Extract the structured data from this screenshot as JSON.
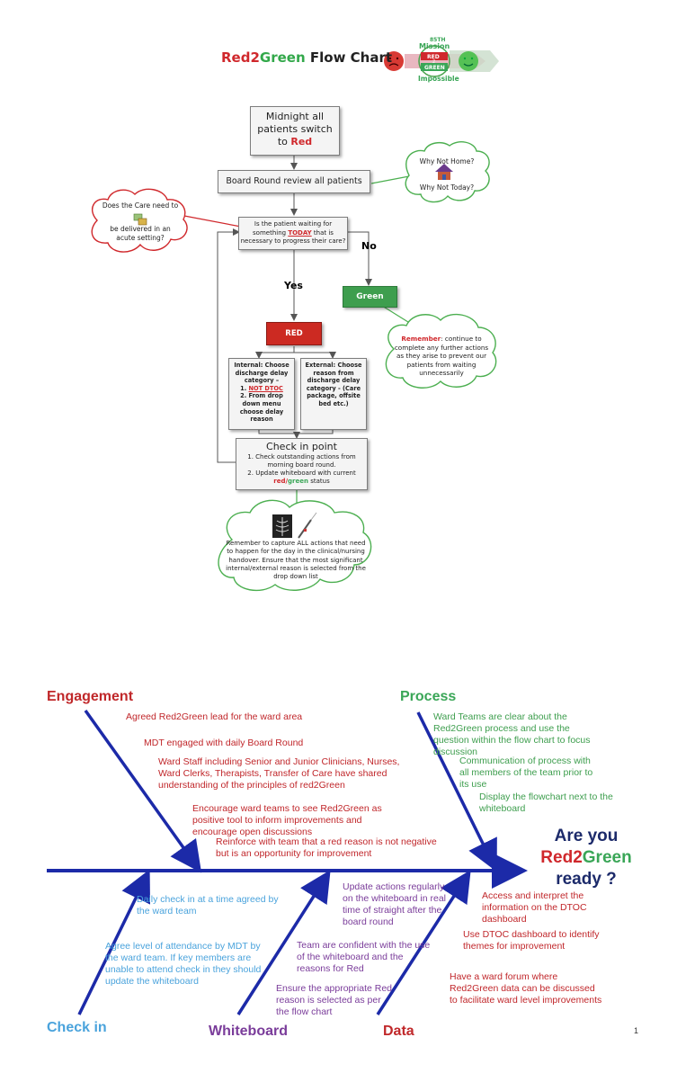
{
  "flowchart": {
    "title_red": "Red",
    "title_num": "2",
    "title_green": "Green",
    "title_rest": " Flow Chart",
    "logo": {
      "top": "85TH",
      "mission": "Mission",
      "red": "RED",
      "two": "2",
      "green": "GREEN",
      "impossible": "Impossible"
    },
    "midnight": "Midnight all patients switch to",
    "midnight_red": "Red",
    "board_round": "Board Round review all patients",
    "question_pre": "Is the patient waiting for something ",
    "question_today": "TODAY",
    "question_post": " that is necessary to progress their care?",
    "no_label": "No",
    "yes_label": "Yes",
    "green_box": "Green",
    "red_box": "RED",
    "internal_1": "Internal: Choose discharge delay category –",
    "internal_2a": "1. ",
    "internal_2b": "NOT DTOC",
    "internal_3": "2. From drop down menu choose delay reason",
    "external": "External: Choose reason from discharge delay category - (Care package, offsite bed etc.)",
    "checkin_title": "Check in point",
    "checkin_1": "1. Check outstanding actions from morning board round.",
    "checkin_2a": "2. Update whiteboard with current ",
    "checkin_2red": "red/",
    "checkin_2green": "green",
    "checkin_2b": " status",
    "cloud_home_1": "Why Not Home?",
    "cloud_home_2": "Why Not Today?",
    "cloud_care_1": "Does the Care need to",
    "cloud_care_2": "be delivered in an acute setting?",
    "cloud_remember_label": "Remember",
    "cloud_remember_text": ": continue to complete any further actions as they arise to prevent our patients from waiting unnecessarily",
    "cloud_bottom": "Remember to capture ALL actions that need to happen for the day in the clinical/nursing handover.  Ensure that the most significant internal/external reason is selected from the drop down list"
  },
  "fishbone": {
    "engagement": "Engagement",
    "process": "Process",
    "checkin": "Check in",
    "whiteboard": "Whiteboard",
    "data": "Data",
    "head_1": "Are you",
    "head_2a": "Red",
    "head_2b": "2",
    "head_2c": "Green",
    "head_3": "ready ?",
    "engagement_items": [
      "Agreed Red2Green lead for the ward area",
      "MDT engaged with daily Board Round",
      "Ward Staff including Senior and Junior Clinicians, Nurses, Ward Clerks, Therapists, Transfer of Care have shared understanding of the principles of red2Green",
      "Encourage ward teams to see Red2Green as positive tool to inform improvements and encourage open discussions",
      "Reinforce with team that a red reason is not negative but is an opportunity for improvement"
    ],
    "process_items": [
      "Ward Teams are clear about the Red2Green process and use the question within the flow chart to focus discussion",
      "Communication of process with all members of the team prior to its use",
      "Display the flowchart next to the whiteboard"
    ],
    "checkin_items": [
      "Daily check in at a time agreed by the ward team",
      "Agree level of attendance by MDT by the ward team. If key members are unable to attend check in they should update the whiteboard"
    ],
    "whiteboard_items": [
      "Update actions regularly on the whiteboard in real time of straight after the board round",
      "Team are confident with the use of the whiteboard and the reasons for Red",
      "Ensure the appropriate Red reason is selected as per the flow chart"
    ],
    "data_items": [
      "Access and interpret the information on the DTOC dashboard",
      "Use DTOC dashboard to identify themes for improvement",
      "Have a ward forum where Red2Green data can be discussed to facilitate ward level improvements"
    ],
    "page_number": "1"
  },
  "colors": {
    "red": "#d0282c",
    "green": "#3aa657",
    "blue_spine": "#1c2aa8",
    "checkin_blue": "#4aa3dc",
    "purple": "#7a3c9a"
  }
}
